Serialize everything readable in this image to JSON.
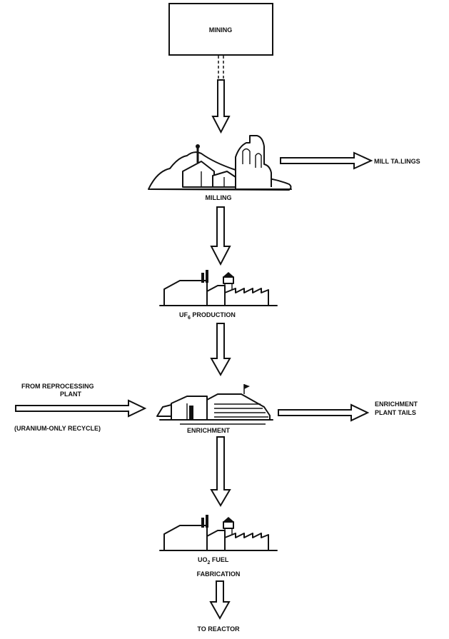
{
  "stages": {
    "mining": "MINING",
    "milling": "MILLING",
    "uf6": "UF",
    "uf6_sub": "6",
    "uf6_rest": " PRODUCTION",
    "enrichment": "ENRICHMENT",
    "uo2": "UO",
    "uo2_sub": "2",
    "uo2_rest": " FUEL",
    "fabrication": "FABRICATION",
    "to_reactor": "TO REACTOR"
  },
  "side_outputs": {
    "mill_tailings": "MILL TA.LINGS",
    "enrichment_tails_1": "ENRICHMENT",
    "enrichment_tails_2": "PLANT TAILS"
  },
  "side_inputs": {
    "reprocessing_1": "FROM REPROCESSING",
    "reprocessing_2": "PLANT",
    "recycle_note": "(URANIUM-ONLY RECYCLE)"
  }
}
